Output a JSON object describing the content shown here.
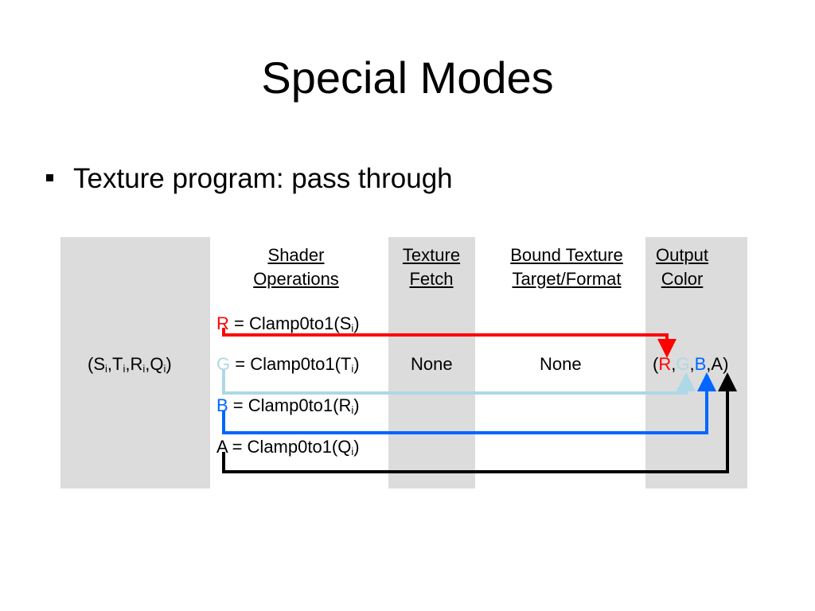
{
  "title": "Special Modes",
  "bullet": {
    "text": "Texture program: pass through"
  },
  "columns": {
    "shader": [
      "Shader",
      "Operations"
    ],
    "fetch": [
      "Texture",
      "Fetch"
    ],
    "bound": [
      "Bound Texture",
      "Target/Format"
    ],
    "output": [
      "Output",
      "Color"
    ]
  },
  "input": {
    "open": "(",
    "s": "S",
    "s_sub": "i",
    "sep1": ",",
    "t": "T",
    "t_sub": "i",
    "sep2": ",",
    "r": "R",
    "r_sub": "i",
    "sep3": ",",
    "q": "Q",
    "q_sub": "i",
    "close": ")"
  },
  "ops": [
    {
      "ch": "R",
      "color": "#ff0000",
      "expr": " = Clamp0to1(",
      "arg": "S",
      "sub": "i",
      "end": ")"
    },
    {
      "ch": "G",
      "color": "#add8e6",
      "expr": " = Clamp0to1(",
      "arg": "T",
      "sub": "i",
      "end": ")"
    },
    {
      "ch": "B",
      "color": "#0066ff",
      "expr": " = Clamp0to1(",
      "arg": "R",
      "sub": "i",
      "end": ")"
    },
    {
      "ch": "A",
      "color": "#000000",
      "expr": " = Clamp0to1(",
      "arg": "Q",
      "sub": "i",
      "end": ")"
    }
  ],
  "fetch_value": "None",
  "bound_value": "None",
  "output": {
    "open": "(",
    "r": "R",
    "c1": ",",
    "g": "G",
    "c2": ",",
    "b": "B",
    "c3": ",",
    "a": "A",
    "close": ")"
  },
  "colors": {
    "column_bg": "#dcdcdc",
    "red": "#ff0000",
    "green": "#add8e6",
    "blue": "#0066ff",
    "alpha": "#000000"
  }
}
